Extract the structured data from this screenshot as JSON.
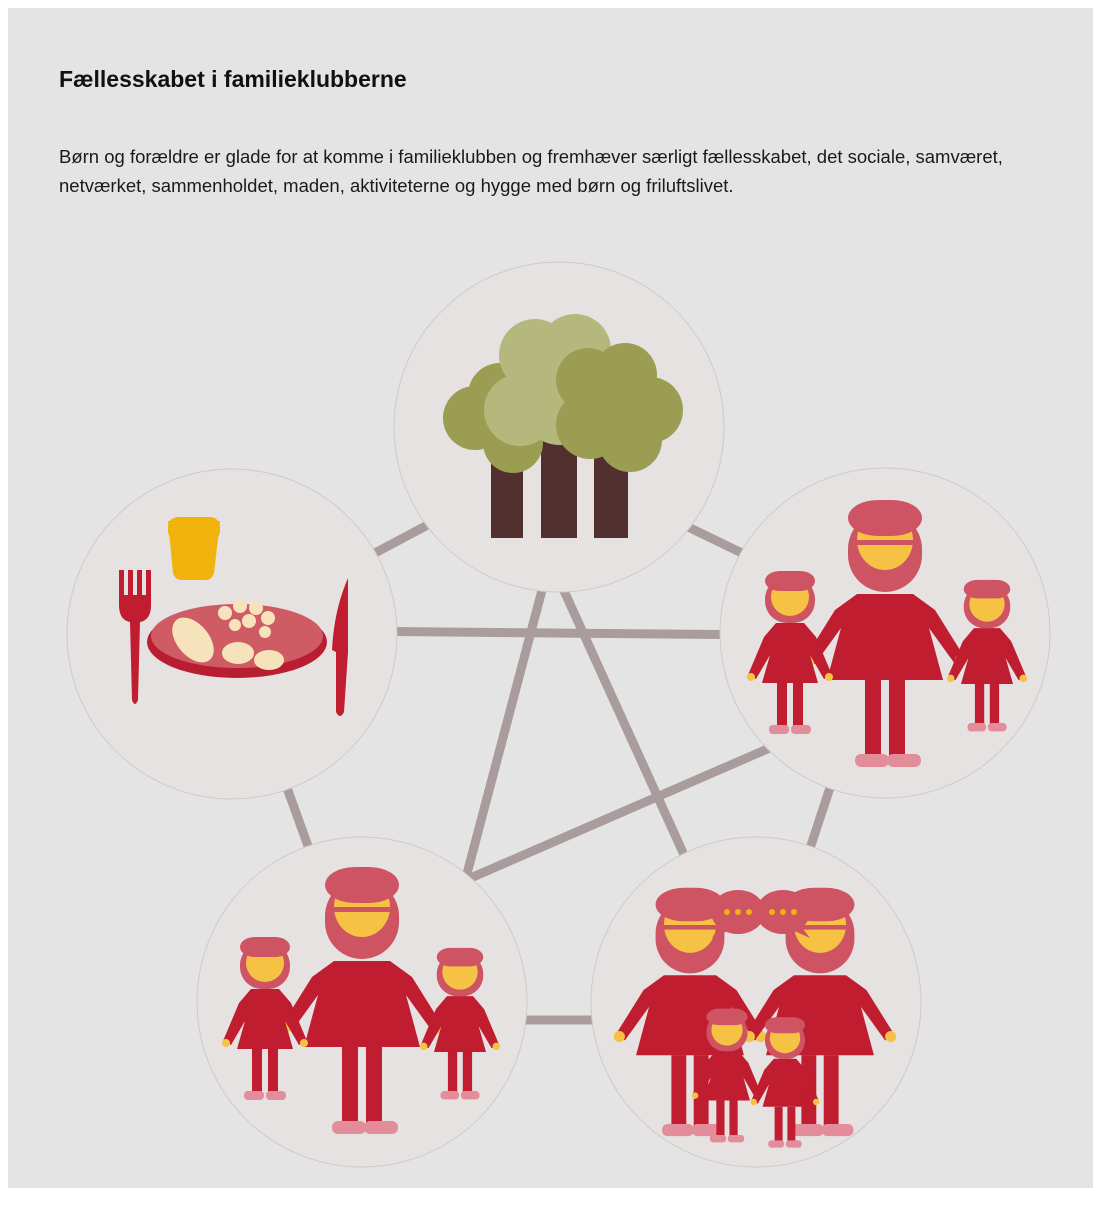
{
  "heading": "Fællesskabet i familieklubberne",
  "description": "Børn og forældre er glade for at komme i familieklubben og fremhæver særligt fællesskabet, det sociale, samværet, netværket, sammenholdet, maden, aktiviteterne og hygge med børn og friluftslivet.",
  "nodes": [
    {
      "id": "nature",
      "icon": "trees-icon"
    },
    {
      "id": "family-right",
      "icon": "family-icon"
    },
    {
      "id": "conversation",
      "icon": "conversation-icon"
    },
    {
      "id": "family-left",
      "icon": "family-icon"
    },
    {
      "id": "food",
      "icon": "meal-icon"
    }
  ],
  "links": [
    [
      "nature",
      "family-right"
    ],
    [
      "nature",
      "food"
    ],
    [
      "nature",
      "family-left"
    ],
    [
      "nature",
      "conversation"
    ],
    [
      "food",
      "family-right"
    ],
    [
      "food",
      "family-left"
    ],
    [
      "family-right",
      "family-left"
    ],
    [
      "family-right",
      "conversation"
    ],
    [
      "family-left",
      "conversation"
    ]
  ],
  "colors": {
    "panel": "#e4e4e5",
    "circle": "#e6e2e1",
    "link": "#aa9c9d",
    "red": "#c01d30",
    "pink": "#cf5463",
    "lightpink": "#e28d99",
    "skin": "#f6c243",
    "tree_dark": "#9a9d52",
    "tree_light": "#b5b87c",
    "trunk": "#52302f",
    "plate": "#cf5b65",
    "cup": "#f1b20b",
    "food": "#f6e3bc"
  }
}
